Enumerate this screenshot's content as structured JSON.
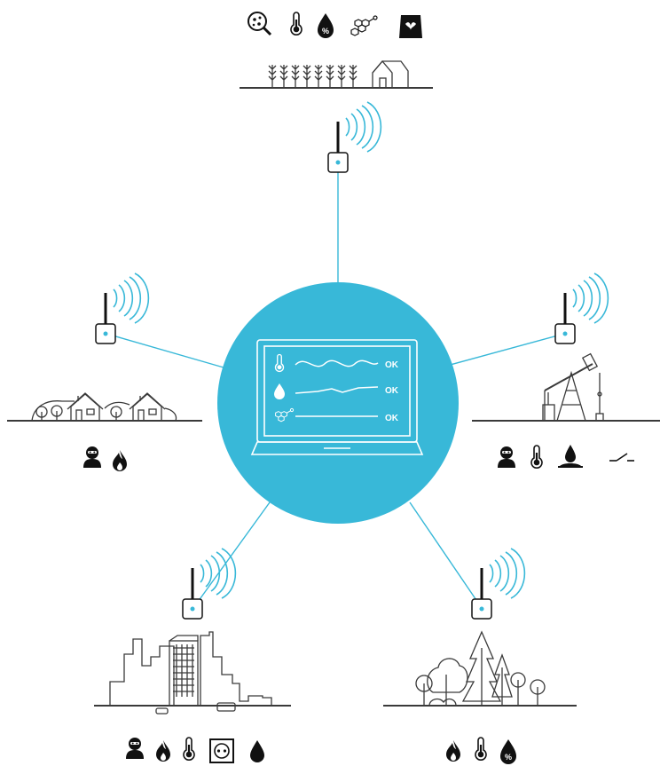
{
  "colors": {
    "accent": "#38b8d8",
    "line": "#3a3a3a",
    "dark": "#111111",
    "screen_line": "#ffffff"
  },
  "hub": {
    "screen_rows": [
      {
        "icon": "thermometer-icon",
        "status": "OK"
      },
      {
        "icon": "water-drop-icon",
        "status": "OK"
      },
      {
        "icon": "molecule-icon",
        "status": "OK"
      }
    ]
  },
  "sites": [
    {
      "id": "farm",
      "scene": "field-and-house",
      "sensor_icons": [
        "magnifier-bacteria-icon",
        "thermometer-icon",
        "humidity-drop-icon",
        "molecule-icon",
        "soil-bag-icon"
      ]
    },
    {
      "id": "village",
      "scene": "houses-and-trees",
      "sensor_icons": [
        "intruder-icon",
        "flame-icon"
      ]
    },
    {
      "id": "oilfield",
      "scene": "pumpjack-and-tanks",
      "sensor_icons": [
        "intruder-icon",
        "thermometer-icon",
        "leak-icon",
        "switch-icon"
      ]
    },
    {
      "id": "city",
      "scene": "city-skyline",
      "sensor_icons": [
        "intruder-icon",
        "flame-icon",
        "thermometer-icon",
        "power-socket-icon",
        "water-drop-icon"
      ]
    },
    {
      "id": "forest",
      "scene": "forest-trees",
      "sensor_icons": [
        "flame-icon",
        "thermometer-icon",
        "humidity-drop-icon"
      ]
    }
  ]
}
